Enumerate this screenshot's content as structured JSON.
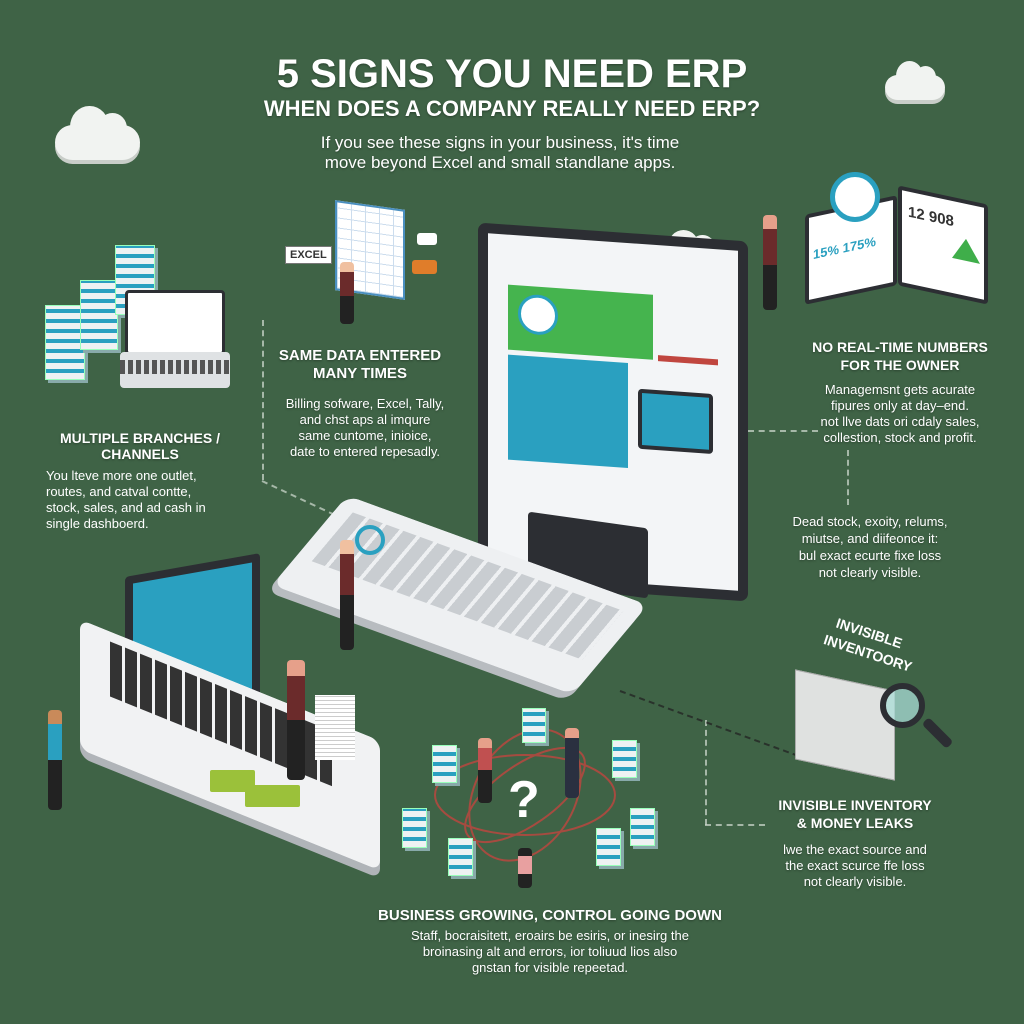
{
  "header": {
    "title": "5 SIGNS YOU NEED ERP",
    "subtitle": "WHEN DOES A COMPANY REALLY NEED ERP?",
    "intro_line1": "If you see these signs in your business, it's time",
    "intro_line2": "move beyond Excel and small standlane apps."
  },
  "signs": {
    "same_data": {
      "title_line1": "SAME DATA ENTERED",
      "title_line2": "MANY TIMES",
      "body": [
        "Billing sofware, Excel, Tally,",
        "and chst aps al imqure",
        "same cuntome, inioice,",
        "date to entered repesadly."
      ]
    },
    "branches": {
      "title_line1": "MULTIPLE BRANCHES /",
      "title_line2": "CHANNELS",
      "body": [
        "You lteve more one outlet,",
        "routes, and catval contte,",
        "stock, sales, and ad cash in",
        "single dashboerd."
      ]
    },
    "real_time": {
      "title_line1": "NO REAL-TIME NUMBERS",
      "title_line2": "FOR THE OWNER",
      "body": [
        "Managemsnt gets acurate",
        "fipures only at day–end.",
        "not llve dats ori cdaly sales,",
        "collestion, stock and profit."
      ]
    },
    "dead_stock": {
      "body": [
        "Dead stock, exoity, relums,",
        "miutse, and diifeonce it:",
        "bul exact ecurte fixe loss",
        "not clearly visible."
      ]
    },
    "inventory": {
      "illustration_label_line1": "INVISIBLE",
      "illustration_label_line2": "INVENTOORY",
      "title_line1": "INVISIBLE INVENTORY",
      "title_line2": "& MONEY LEAKS",
      "body": [
        "lwe the exact source and",
        "the exact scurce ffe loss",
        "not clearly visible."
      ]
    },
    "growing": {
      "title": "BUSINESS GROWING, CONTROL GOING DOWN",
      "body": [
        "Staff, bocraisitett, eroairs be esiris, or inesirg the",
        "broinasing alt and errors, ior toliuud lios also",
        "gnstan for visible repeetad."
      ]
    }
  },
  "illustrations": {
    "excel_label": "EXCEL",
    "dashboard_left": "15% 175%",
    "dashboard_right": "12 908",
    "question_mark": "?"
  },
  "colors": {
    "background": "#3f6346",
    "accent_blue": "#2aa0c0",
    "accent_green": "#3fae4a",
    "accent_red": "#c0463f"
  }
}
